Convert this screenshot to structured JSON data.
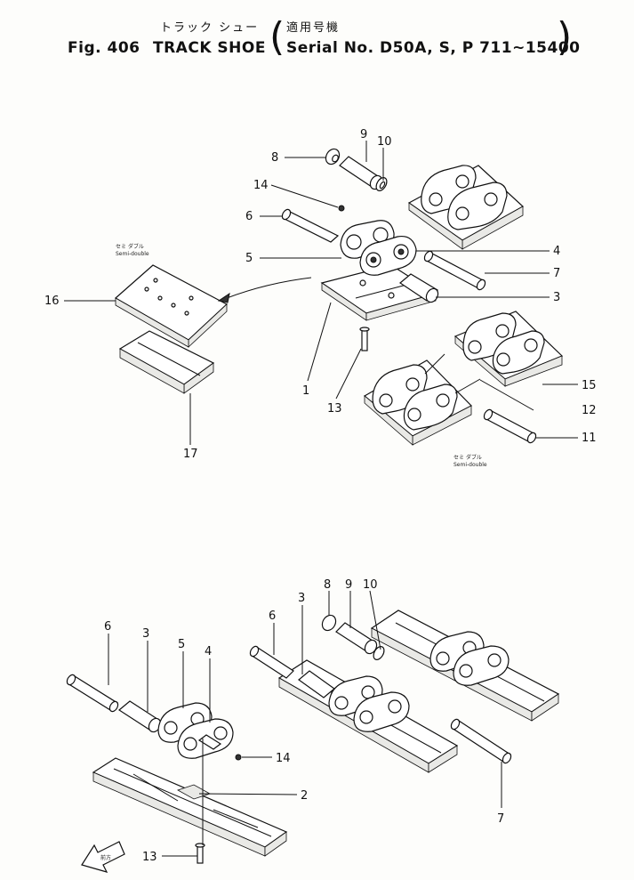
{
  "header": {
    "title_jp": "トラック シュー",
    "serial_jp": "適用号機",
    "fig": "Fig. 406",
    "title": "TRACK SHOE",
    "serial": "Serial No. D50A, S, P 711~15400",
    "paren_open": "(",
    "paren_close": ")"
  },
  "notes": {
    "semi_double_jp_1": "セミ ダブル",
    "semi_double_en_1": "Semi-double",
    "semi_double_jp_2": "セミ ダブル",
    "semi_double_en_2": "Semi-double",
    "front_jp": "前方"
  },
  "callouts_upper": [
    "9",
    "10",
    "8",
    "14",
    "6",
    "5",
    "4",
    "7",
    "3",
    "16",
    "1",
    "13",
    "15",
    "12",
    "11",
    "17"
  ],
  "callouts_lower": [
    "6",
    "3",
    "5",
    "4",
    "14",
    "2",
    "13",
    "8",
    "9",
    "10",
    "6",
    "3",
    "7"
  ]
}
